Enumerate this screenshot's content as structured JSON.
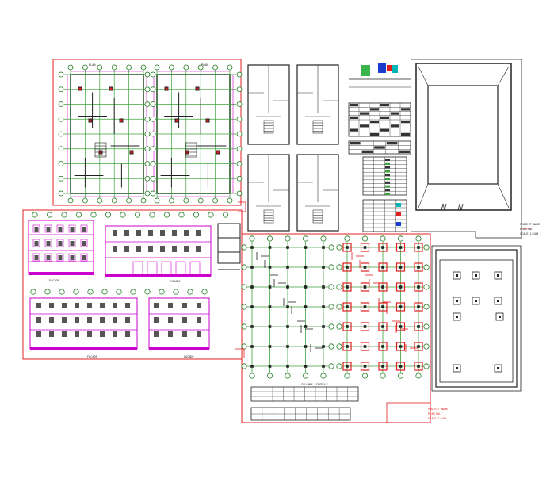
{
  "colors": {
    "sheet_border": "#e02020",
    "grid_line": "#3aa33a",
    "wall": "#222222",
    "dimension": "#cc00cc",
    "column": "#e02020",
    "grid_bubble": "#1a7a1a",
    "blue_accent": "#1a3dcc",
    "cyan_accent": "#00b5b5"
  },
  "sheets": {
    "architectural_plans": {
      "title_left": "PLAN",
      "title_right": "PLAN"
    },
    "elevations": {
      "caption_1": "FACADE",
      "caption_2": "FACADE",
      "caption_3": "FACADE",
      "caption_4": "FACADE"
    },
    "structural_plans": {
      "table_title": "COLUMNS SCHEDULE"
    },
    "title_blocks": {
      "block_right_lines": [
        "PROJECT NAME",
        "PLAN NO.",
        "SCALE 1:100"
      ],
      "block_bottom_lines": [
        "PROJECT NAME",
        "PLAN NO.",
        "SCALE 1:100"
      ]
    }
  }
}
